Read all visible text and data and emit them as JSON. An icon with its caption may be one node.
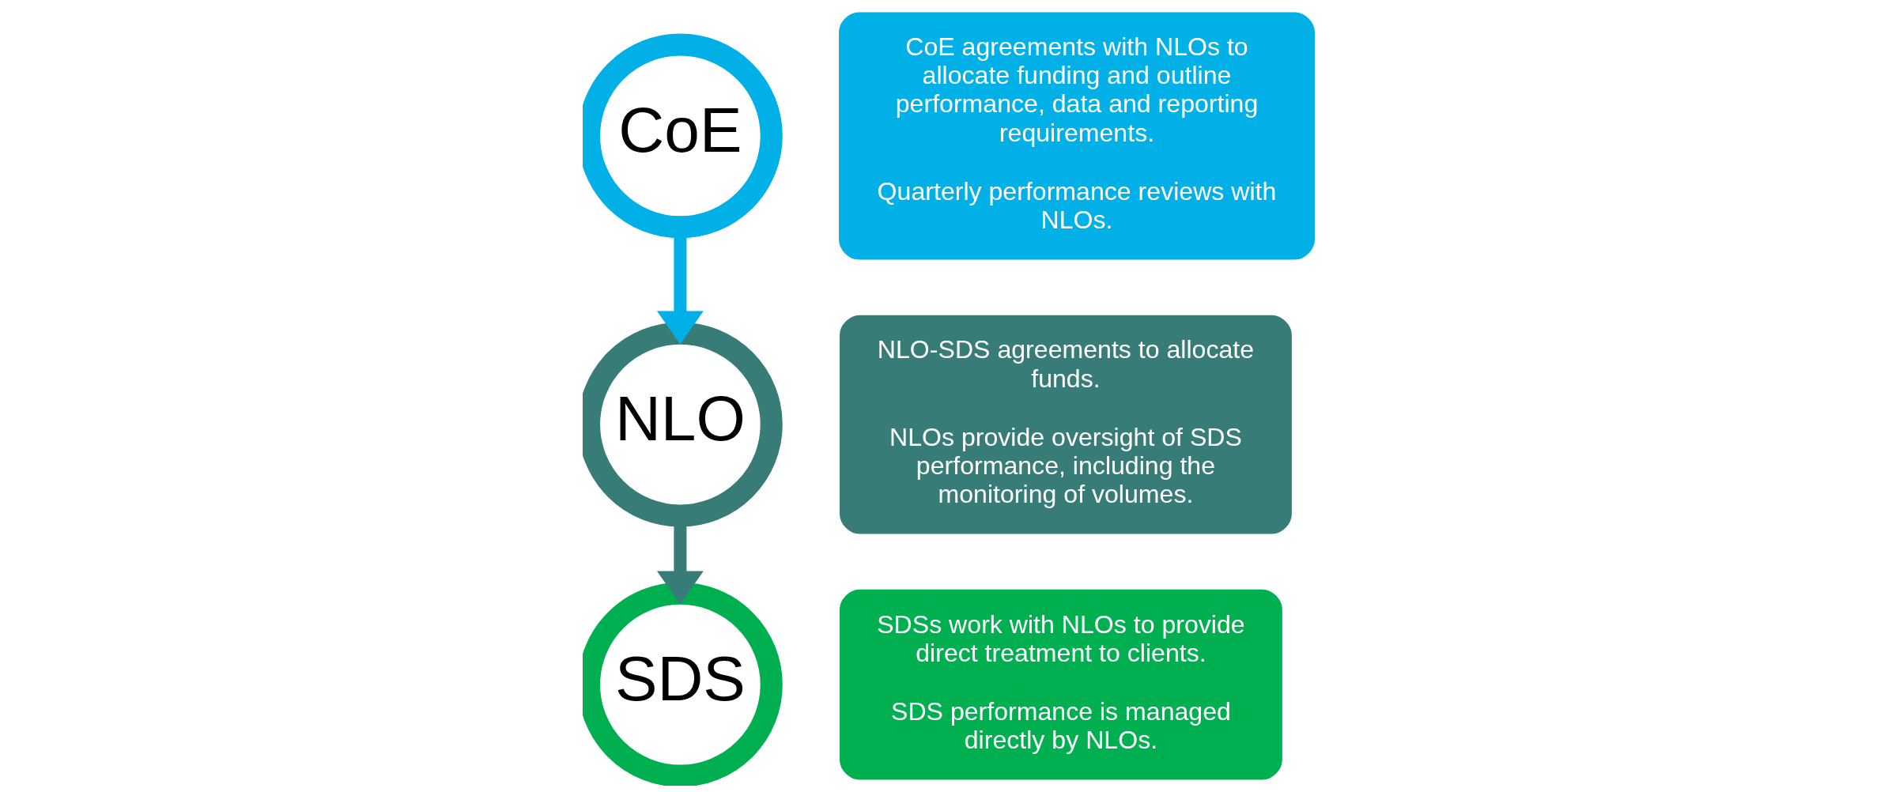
{
  "diagram": {
    "nodes": [
      {
        "text": [
          "CoE"
        ]
      },
      {
        "text": [
          "CoE agreements with NLOs to allocate funding and outline performance, data and reporting requirements.",
          "Quarterly performance reviews with NLOs."
        ]
      },
      {
        "text": [
          "NLO-SDS agreements to allocate funds.",
          "NLOs provide oversight of SDS performance, including the monitoring of volumes."
        ]
      },
      {
        "text": [
          "NLO"
        ]
      },
      {
        "text": [
          "SDS"
        ]
      },
      {
        "text": [
          "SDSs work with NLOs to provide direct treatment to clients.",
          "SDS performance is managed directly by NLOs."
        ]
      }
    ],
    "edges": [
      {
        "from": 0,
        "to": 3,
        "arrow": "to",
        "color": "#00b0e6"
      },
      {
        "from": 3,
        "to": 4,
        "arrow": "to",
        "color": "#387c77"
      }
    ]
  }
}
